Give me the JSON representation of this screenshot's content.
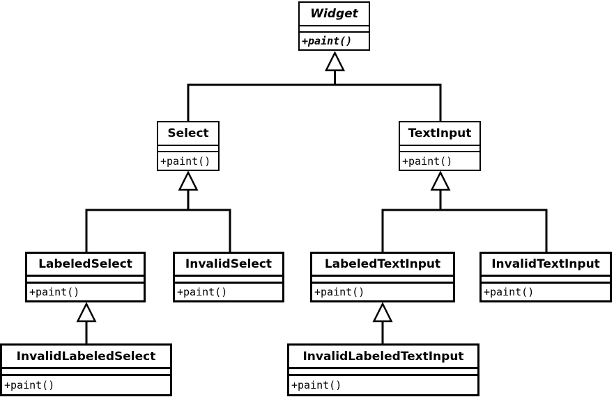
{
  "diagram_type": "uml-class-diagram",
  "colors": {
    "background": "#ffffff",
    "line": "#000000",
    "text": "#000000",
    "box_fill": "#ffffff"
  },
  "classes": [
    {
      "name": "Widget",
      "abstract": true,
      "attributes": [],
      "operations": [
        "+paint()"
      ]
    },
    {
      "name": "Select",
      "abstract": false,
      "attributes": [],
      "operations": [
        "+paint()"
      ]
    },
    {
      "name": "TextInput",
      "abstract": false,
      "attributes": [],
      "operations": [
        "+paint()"
      ]
    },
    {
      "name": "LabeledSelect",
      "abstract": false,
      "attributes": [],
      "operations": [
        "+paint()"
      ]
    },
    {
      "name": "InvalidSelect",
      "abstract": false,
      "attributes": [],
      "operations": [
        "+paint()"
      ]
    },
    {
      "name": "LabeledTextInput",
      "abstract": false,
      "attributes": [],
      "operations": [
        "+paint()"
      ]
    },
    {
      "name": "InvalidTextInput",
      "abstract": false,
      "attributes": [],
      "operations": [
        "+paint()"
      ]
    },
    {
      "name": "InvalidLabeledSelect",
      "abstract": false,
      "attributes": [],
      "operations": [
        "+paint()"
      ]
    },
    {
      "name": "InvalidLabeledTextInput",
      "abstract": false,
      "attributes": [],
      "operations": [
        "+paint()"
      ]
    }
  ],
  "relationships": [
    {
      "type": "generalization",
      "parent": "Widget",
      "children": [
        "Select",
        "TextInput"
      ]
    },
    {
      "type": "generalization",
      "parent": "Select",
      "children": [
        "LabeledSelect",
        "InvalidSelect"
      ]
    },
    {
      "type": "generalization",
      "parent": "TextInput",
      "children": [
        "LabeledTextInput",
        "InvalidTextInput"
      ]
    },
    {
      "type": "generalization",
      "parent": "LabeledSelect",
      "children": [
        "InvalidLabeledSelect"
      ]
    },
    {
      "type": "generalization",
      "parent": "LabeledTextInput",
      "children": [
        "InvalidLabeledTextInput"
      ]
    }
  ]
}
